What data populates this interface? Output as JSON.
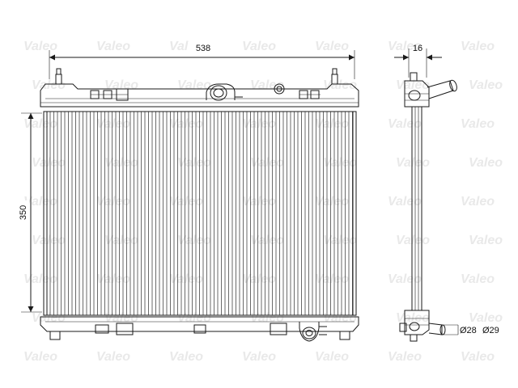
{
  "watermark": {
    "text": "Valeo"
  },
  "dimensions": {
    "width": "538",
    "height": "350",
    "depth": "16",
    "inlet_diameter": "Ø28",
    "outlet_diameter": "Ø29"
  },
  "colors": {
    "line": "#1a1a1a",
    "watermark": "#e9e9e9",
    "background": "#ffffff"
  }
}
